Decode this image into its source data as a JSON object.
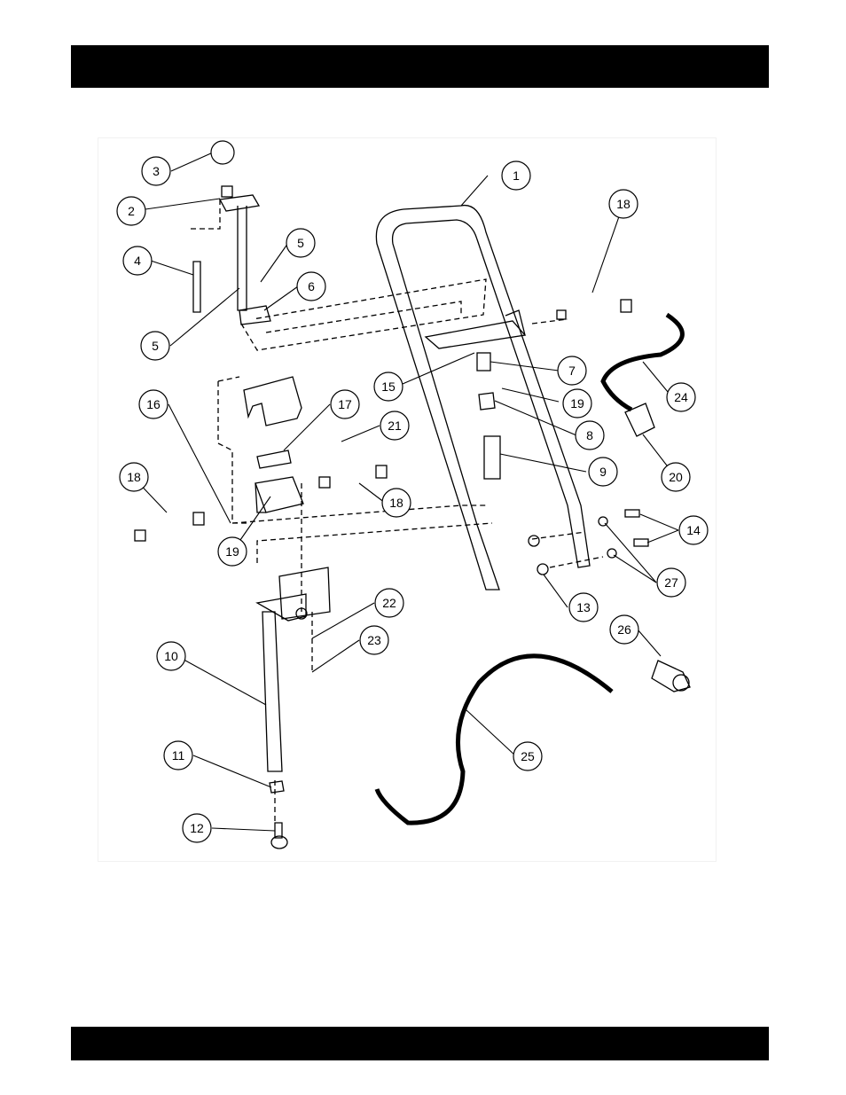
{
  "diagram": {
    "callouts": [
      {
        "id": "c1",
        "label": "1"
      },
      {
        "id": "c2",
        "label": "2"
      },
      {
        "id": "c3",
        "label": "3"
      },
      {
        "id": "c4",
        "label": "4"
      },
      {
        "id": "c5a",
        "label": "5"
      },
      {
        "id": "c5b",
        "label": "5"
      },
      {
        "id": "c6",
        "label": "6"
      },
      {
        "id": "c7",
        "label": "7"
      },
      {
        "id": "c8",
        "label": "8"
      },
      {
        "id": "c9",
        "label": "9"
      },
      {
        "id": "c10",
        "label": "10"
      },
      {
        "id": "c11",
        "label": "11"
      },
      {
        "id": "c12",
        "label": "12"
      },
      {
        "id": "c13",
        "label": "13"
      },
      {
        "id": "c14",
        "label": "14"
      },
      {
        "id": "c15",
        "label": "15"
      },
      {
        "id": "c16",
        "label": "16"
      },
      {
        "id": "c17",
        "label": "17"
      },
      {
        "id": "c18a",
        "label": "18"
      },
      {
        "id": "c18b",
        "label": "18"
      },
      {
        "id": "c18c",
        "label": "18"
      },
      {
        "id": "c19a",
        "label": "19"
      },
      {
        "id": "c19b",
        "label": "19"
      },
      {
        "id": "c20",
        "label": "20"
      },
      {
        "id": "c21",
        "label": "21"
      },
      {
        "id": "c22",
        "label": "22"
      },
      {
        "id": "c23",
        "label": "23"
      },
      {
        "id": "c24",
        "label": "24"
      },
      {
        "id": "c25",
        "label": "25"
      },
      {
        "id": "c26",
        "label": "26"
      },
      {
        "id": "c27",
        "label": "27"
      }
    ]
  }
}
